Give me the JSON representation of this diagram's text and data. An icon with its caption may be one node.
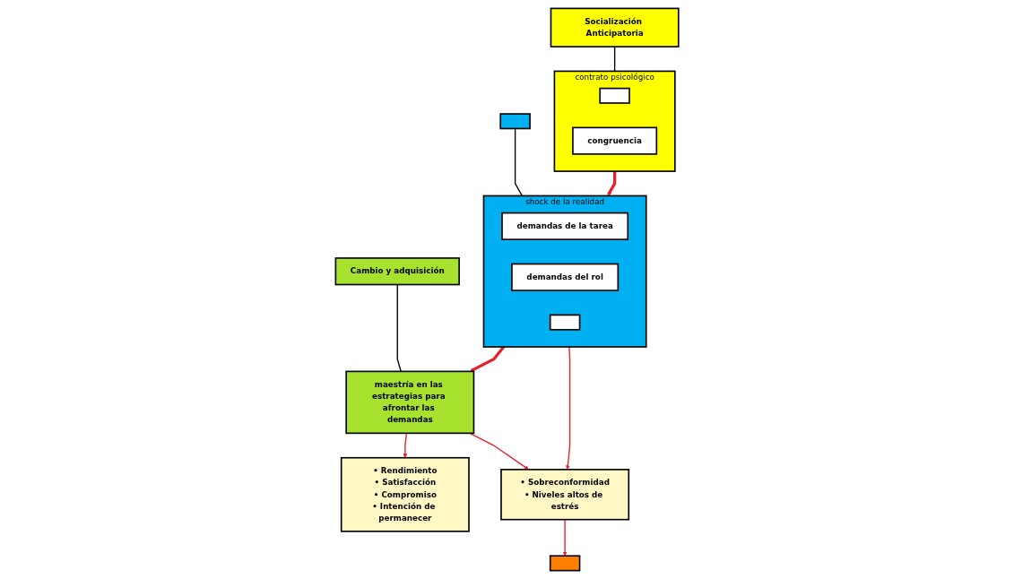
{
  "diagram": {
    "nodes": [
      {
        "text": [
          "Socialización Anticipatoria"
        ]
      },
      {
        "text": [
          "contrato psicológico"
        ]
      },
      {
        "text": [],
        "shape": "box",
        "in": 1
      },
      {
        "text": [
          "congruencia"
        ],
        "in": 1
      },
      {
        "text": [],
        "shape": "box"
      },
      {
        "text": [
          "shock de la realidad"
        ]
      },
      {
        "text": [
          "demandas de la tarea"
        ],
        "in": 5
      },
      {
        "text": [
          "demandas del rol"
        ],
        "in": 5
      },
      {
        "text": [],
        "shape": "box",
        "in": 5
      },
      {
        "text": [
          "Cambio y adquisición"
        ]
      },
      {
        "text": [
          "maestría en las estrategias para afrontar las demandas"
        ]
      },
      {
        "text": [
          "• Rendimiento",
          "• Satisfacción",
          "• Compromiso",
          "• Intención de permanecer"
        ]
      },
      {
        "text": [
          "• Sobreconformidad",
          "• Niveles altos de estrés"
        ]
      },
      {
        "text": [],
        "shape": "box"
      }
    ],
    "edges": [
      {
        "from": 0,
        "to": 1,
        "arrow": "none",
        "color": "#000000"
      },
      {
        "from": 4,
        "to": 5,
        "arrow": "none",
        "color": "#000000"
      },
      {
        "from": 9,
        "to": 10,
        "arrow": "none",
        "color": "#000000"
      },
      {
        "from": 1,
        "to": 5,
        "arrow": "to",
        "style": "thick"
      },
      {
        "from": 5,
        "to": 10,
        "arrow": "to",
        "style": "thick"
      },
      {
        "from": 10,
        "to": 11,
        "arrow": "to"
      },
      {
        "from": 10,
        "to": 12,
        "arrow": "to"
      },
      {
        "from": 5,
        "to": 12,
        "arrow": "to"
      },
      {
        "from": 12,
        "to": 13,
        "arrow": "to"
      }
    ]
  }
}
